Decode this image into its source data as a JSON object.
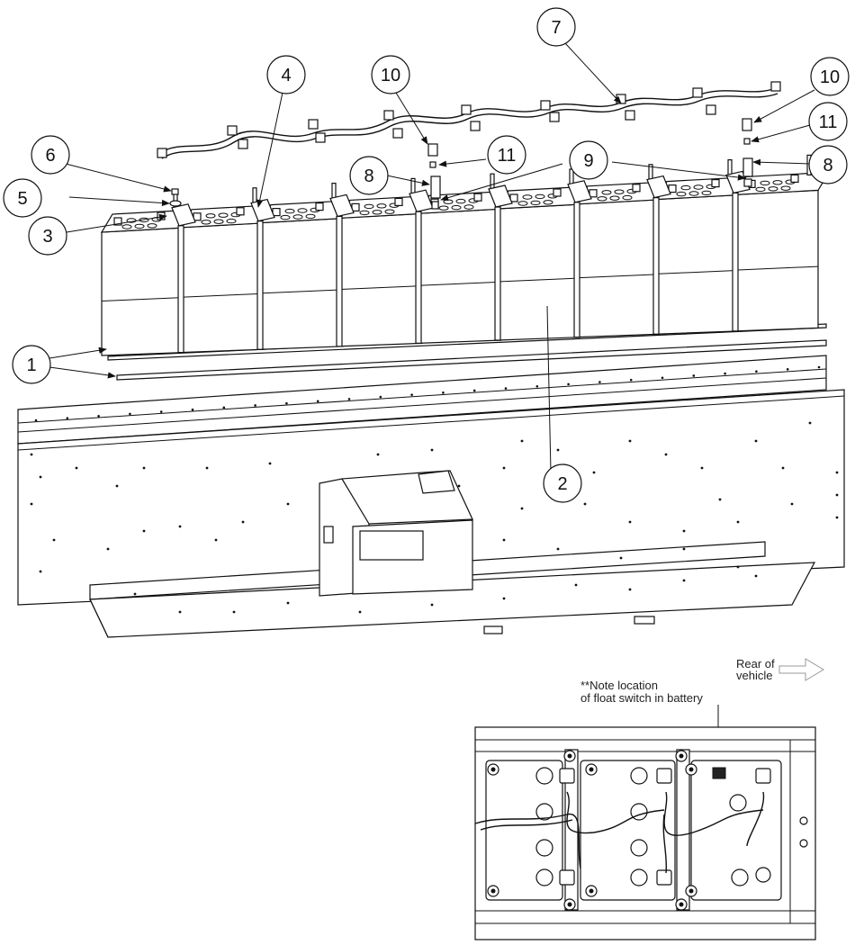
{
  "callouts": [
    {
      "id": "c1",
      "label": "1"
    },
    {
      "id": "c2",
      "label": "2"
    },
    {
      "id": "c3",
      "label": "3"
    },
    {
      "id": "c4",
      "label": "4"
    },
    {
      "id": "c5",
      "label": "5"
    },
    {
      "id": "c6",
      "label": "6"
    },
    {
      "id": "c7",
      "label": "7"
    },
    {
      "id": "c8a",
      "label": "8"
    },
    {
      "id": "c8b",
      "label": "8"
    },
    {
      "id": "c9",
      "label": "9"
    },
    {
      "id": "c10a",
      "label": "10"
    },
    {
      "id": "c10b",
      "label": "10"
    },
    {
      "id": "c11a",
      "label": "11"
    },
    {
      "id": "c11b",
      "label": "11"
    }
  ],
  "direction": {
    "line1": "Rear of",
    "line2": "vehicle"
  },
  "note": {
    "line1": "**Note location",
    "line2": "of float switch in battery"
  }
}
